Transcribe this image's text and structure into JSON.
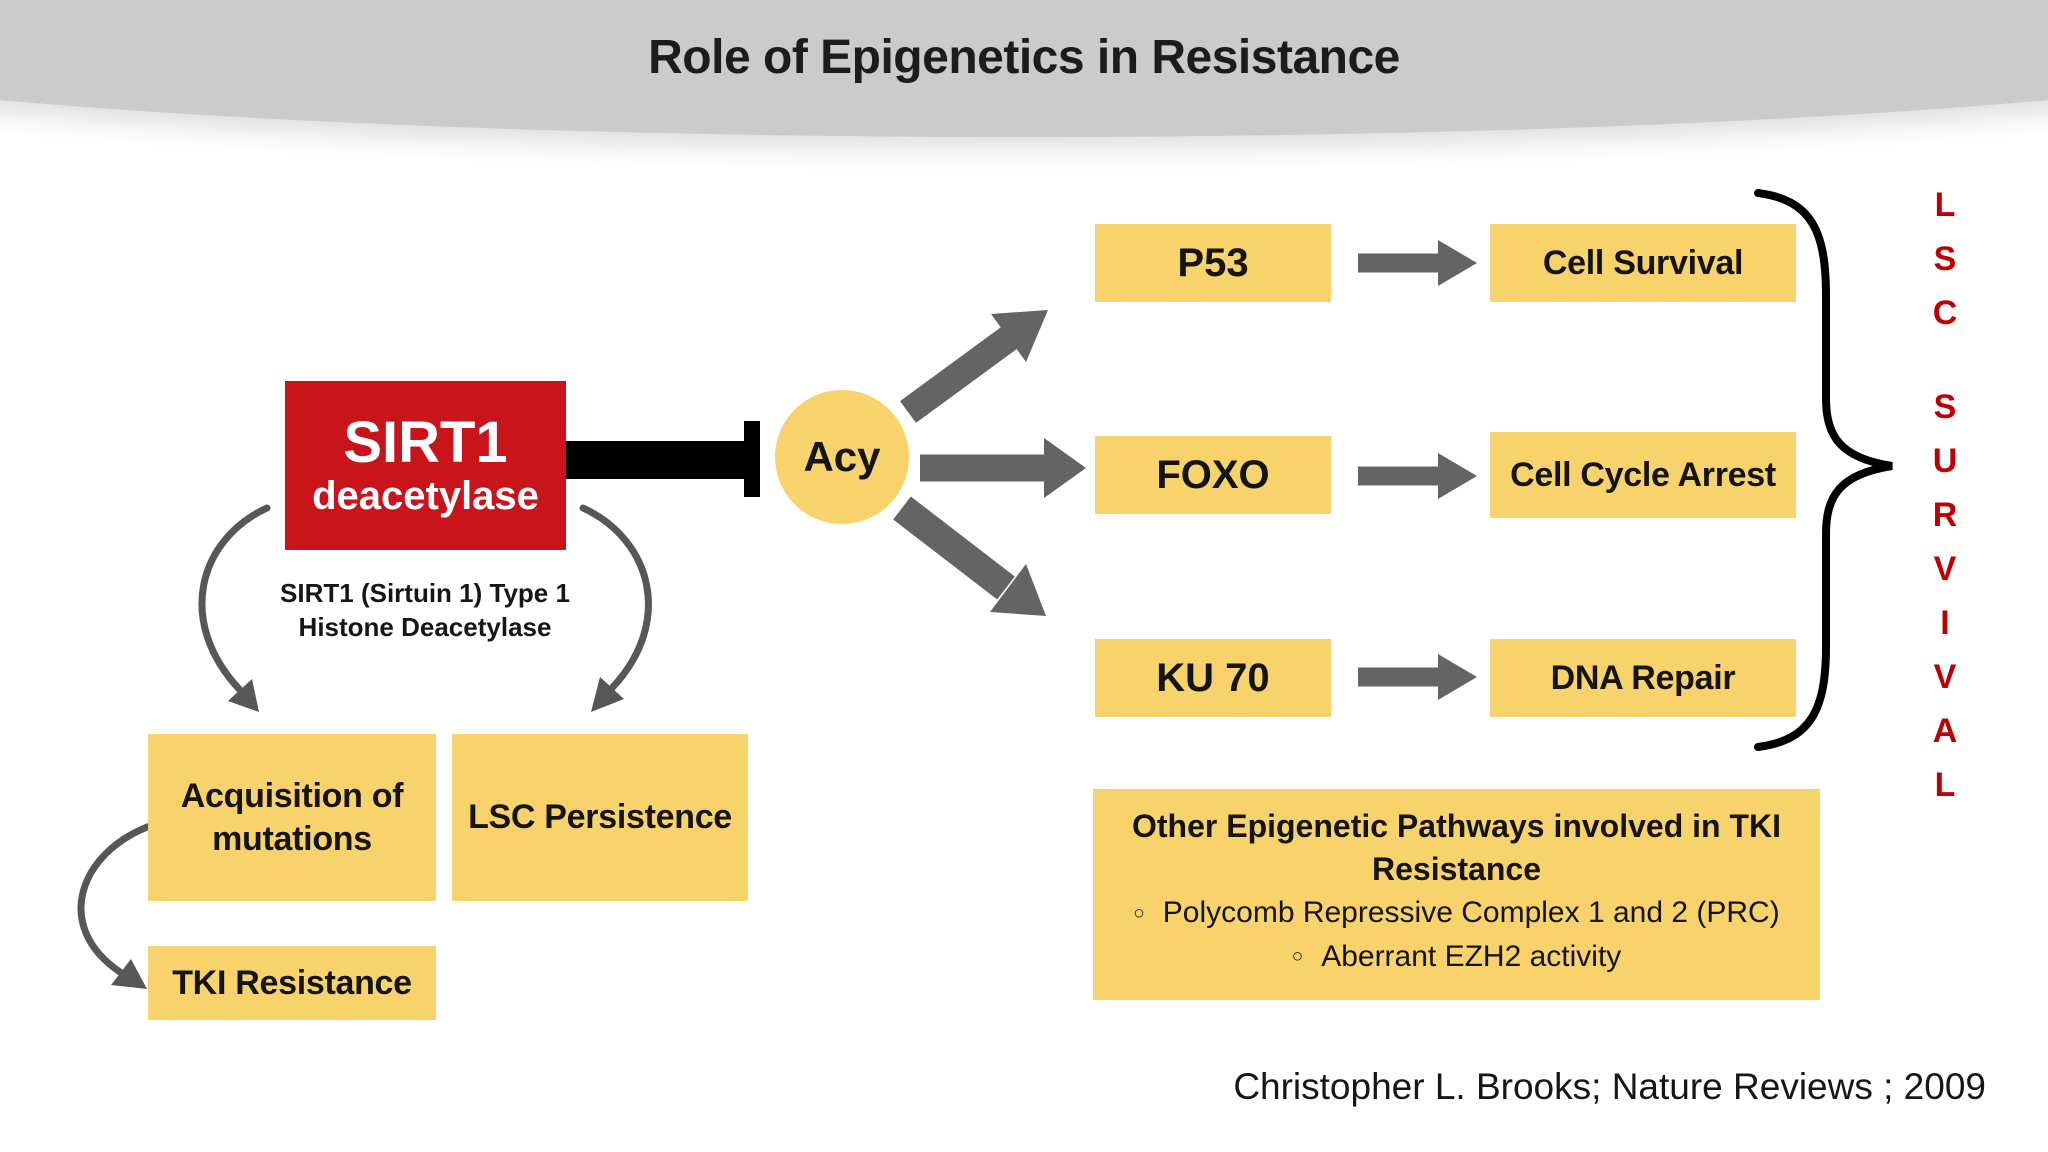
{
  "title": "Role of Epigenetics in Resistance",
  "colors": {
    "banner": "#cbcbcb",
    "red_box": "#c9141c",
    "node_yellow": "#f8d26b",
    "block_arrow_gray": "#646464",
    "arc_gray": "#575757",
    "brace_black": "#000000",
    "lsc_red": "#c00000",
    "text": "#161616"
  },
  "sirt1": {
    "name": "SIRT1",
    "role": "deacetylase",
    "description_lines": [
      "SIRT1 (Sirtuin 1) Type 1",
      "Histone Deacetylase"
    ]
  },
  "acy": {
    "label": "Acy"
  },
  "pathway_rows": [
    {
      "source": "P53",
      "target": "Cell Survival"
    },
    {
      "source": "FOXO",
      "target": "Cell Cycle Arrest"
    },
    {
      "source": "KU 70",
      "target": "DNA Repair"
    }
  ],
  "lsc_survival": {
    "word1": "LSC",
    "word2": "SURVIVAL"
  },
  "outcomes": {
    "acquisition_lines": [
      "Acquisition of",
      "mutations"
    ],
    "lsc_persistence": "LSC Persistence",
    "tki_resistance": "TKI Resistance"
  },
  "other_pathways": {
    "title_lines": [
      "Other Epigenetic Pathways involved in TKI",
      "Resistance"
    ],
    "bullet_icon": "○",
    "bullets": [
      "Polycomb Repressive Complex 1 and 2 (PRC)",
      "Aberrant EZH2 activity"
    ]
  },
  "citation": "Christopher L. Brooks; Nature Reviews ; 2009"
}
